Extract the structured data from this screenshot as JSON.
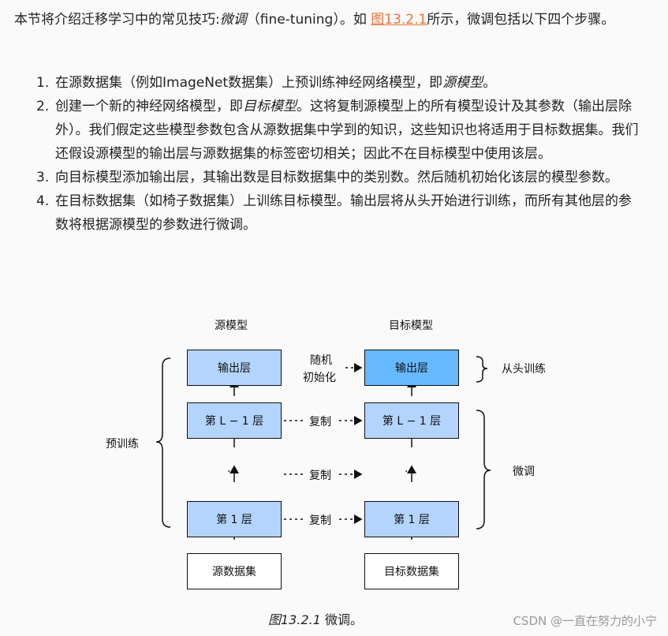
{
  "intro": {
    "prefix": "本节将介绍迁移学习中的常见技巧:",
    "term": "微调",
    "paren": "（fine-tuning）。如 ",
    "link": "图13.2.1",
    "suffix": "所示，微调包括以下四个步骤。"
  },
  "steps": [
    {
      "num": "1.",
      "text1": "在源数据集（例如ImageNet数据集）上预训练神经网络模型，即",
      "em": "源模型",
      "text2": "。"
    },
    {
      "num": "2.",
      "text1": "创建一个新的神经网络模型，即",
      "em": "目标模型",
      "text2": "。这将复制源模型上的所有模型设计及其参数（输出层除外）。我们假定这些模型参数包含从源数据集中学到的知识，这些知识也将适用于目标数据集。我们还假设源模型的输出层与源数据集的标签密切相关；因此不在目标模型中使用该层。"
    },
    {
      "num": "3.",
      "text1": "向目标模型添加输出层，其输出数是目标数据集中的类别数。然后随机初始化该层的模型参数。",
      "em": "",
      "text2": ""
    },
    {
      "num": "4.",
      "text1": "在目标数据集（如椅子数据集）上训练目标模型。输出层将从头开始进行训练，而所有其他层的参数将根据源模型的参数进行微调。",
      "em": "",
      "text2": ""
    }
  ],
  "diagram": {
    "source_title": "源模型",
    "target_title": "目标模型",
    "output_layer": "输出层",
    "layer_last": "第 L − 1 层",
    "layer_first": "第 1 层",
    "ellipsis": "···",
    "source_dataset": "源数据集",
    "target_dataset": "目标数据集",
    "random_init_1": "随机",
    "random_init_2": "初始化",
    "copy": "复制",
    "train_from_scratch": "从头训练",
    "pretrain": "预训练",
    "finetune": "微调"
  },
  "caption": {
    "fig": "图13.2.1",
    "text": " 微调。"
  },
  "watermark": "CSDN @一直在努力的小宁",
  "colors": {
    "layer_fill": "#b3d4fc",
    "new_output_fill": "#66b8ff",
    "link": "#e8743b"
  }
}
